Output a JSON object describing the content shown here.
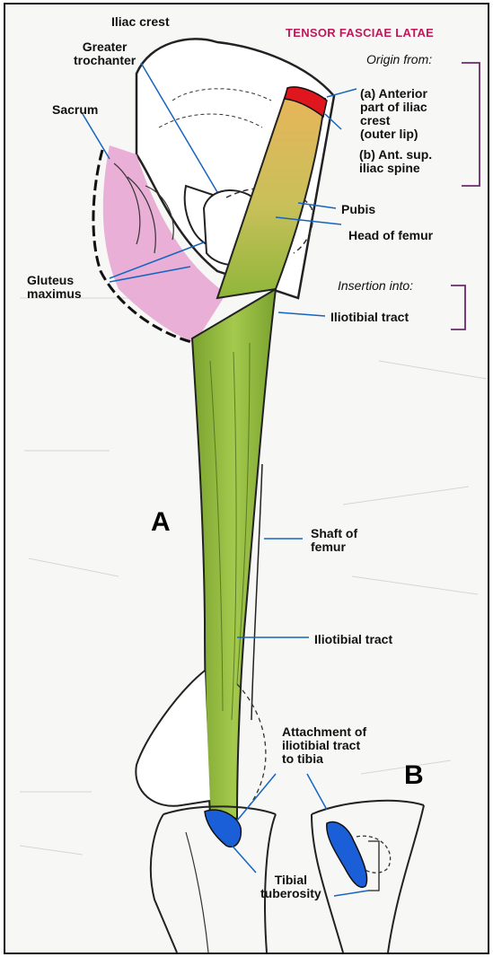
{
  "title": "TENSOR FASCIAE LATAE",
  "colors": {
    "title": "#c0185a",
    "muscle": "#8fb63a",
    "origin_red": "#e0161e",
    "insertion_blue": "#1b5fd8",
    "gluteus_pink": "#e7a6d3",
    "upper_tract_orange": "#e9b45a",
    "bracket": "#6b2a6b",
    "pointer": "#1565c0"
  },
  "origin": {
    "heading": "Origin from:",
    "item_a": "(a) Anterior\npart of iliac\ncrest\n(outer lip)",
    "item_b": "(b) Ant. sup.\niliac spine"
  },
  "insertion": {
    "heading": "Insertion into:",
    "item": "Iliotibial tract"
  },
  "labels": {
    "iliac_crest": "Iliac crest",
    "greater_trochanter": "Greater\ntrochanter",
    "sacrum": "Sacrum",
    "pubis": "Pubis",
    "head_of_femur": "Head of femur",
    "gluteus_maximus": "Gluteus\nmaximus",
    "shaft_of_femur": "Shaft of\nfemur",
    "iliotibial_tract": "Iliotibial tract",
    "attachment": "Attachment of\niliotibial tract\nto tibia",
    "tibial_tuberosity": "Tibial\ntuberosity",
    "figure_a": "A",
    "figure_b": "B"
  }
}
